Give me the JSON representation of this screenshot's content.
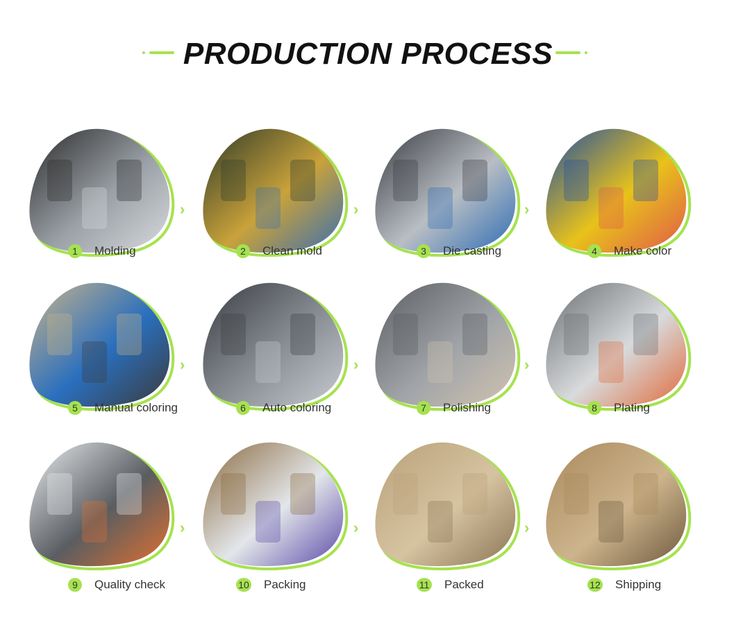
{
  "title": "PRODUCTION PROCESS",
  "accent_color": "#a6e24f",
  "steps": [
    {
      "number": "1",
      "label": "Molding",
      "photo": "molding-photo"
    },
    {
      "number": "2",
      "label": "Clean mold",
      "photo": "clean-mold-photo"
    },
    {
      "number": "3",
      "label": "Die casting",
      "photo": "die-casting-photo"
    },
    {
      "number": "4",
      "label": "Make color",
      "photo": "make-color-photo"
    },
    {
      "number": "5",
      "label": "Manual coloring",
      "photo": "manual-coloring-photo"
    },
    {
      "number": "6",
      "label": "Auto coloring",
      "photo": "auto-coloring-photo"
    },
    {
      "number": "7",
      "label": "Polishing",
      "photo": "polishing-photo"
    },
    {
      "number": "8",
      "label": "Plating",
      "photo": "plating-photo"
    },
    {
      "number": "9",
      "label": "Quality check",
      "photo": "quality-check-photo"
    },
    {
      "number": "10",
      "label": "Packing",
      "photo": "packing-photo"
    },
    {
      "number": "11",
      "label": "Packed",
      "photo": "packed-photo"
    },
    {
      "number": "12",
      "label": "Shipping",
      "photo": "shipping-photo"
    }
  ],
  "arrow_icon": "chevron-right-icon"
}
